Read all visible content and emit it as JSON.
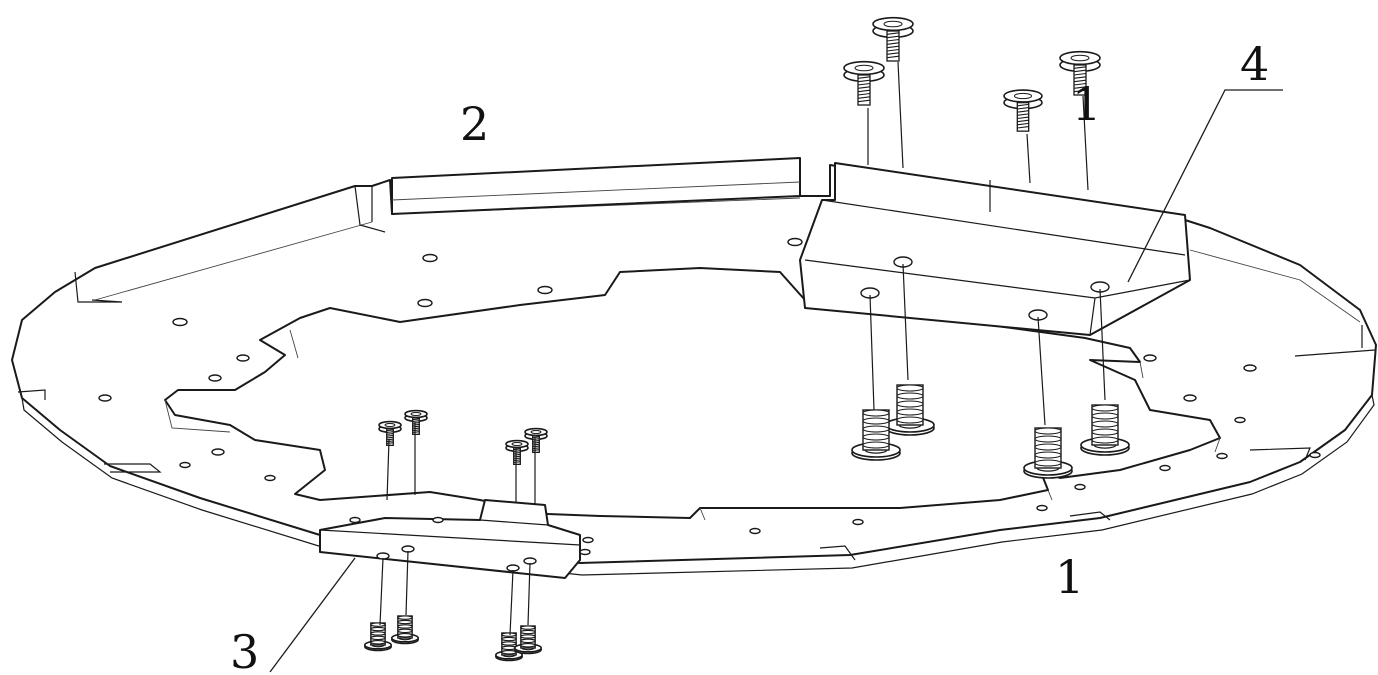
{
  "diagram": {
    "callouts": [
      {
        "id": "callout-1-top",
        "text": "1"
      },
      {
        "id": "callout-2",
        "text": "2"
      },
      {
        "id": "callout-4",
        "text": "4"
      },
      {
        "id": "callout-1-bottom",
        "text": "1"
      },
      {
        "id": "callout-3",
        "text": "3"
      }
    ],
    "line_color": "#1a1a1a",
    "background": "#ffffff"
  }
}
